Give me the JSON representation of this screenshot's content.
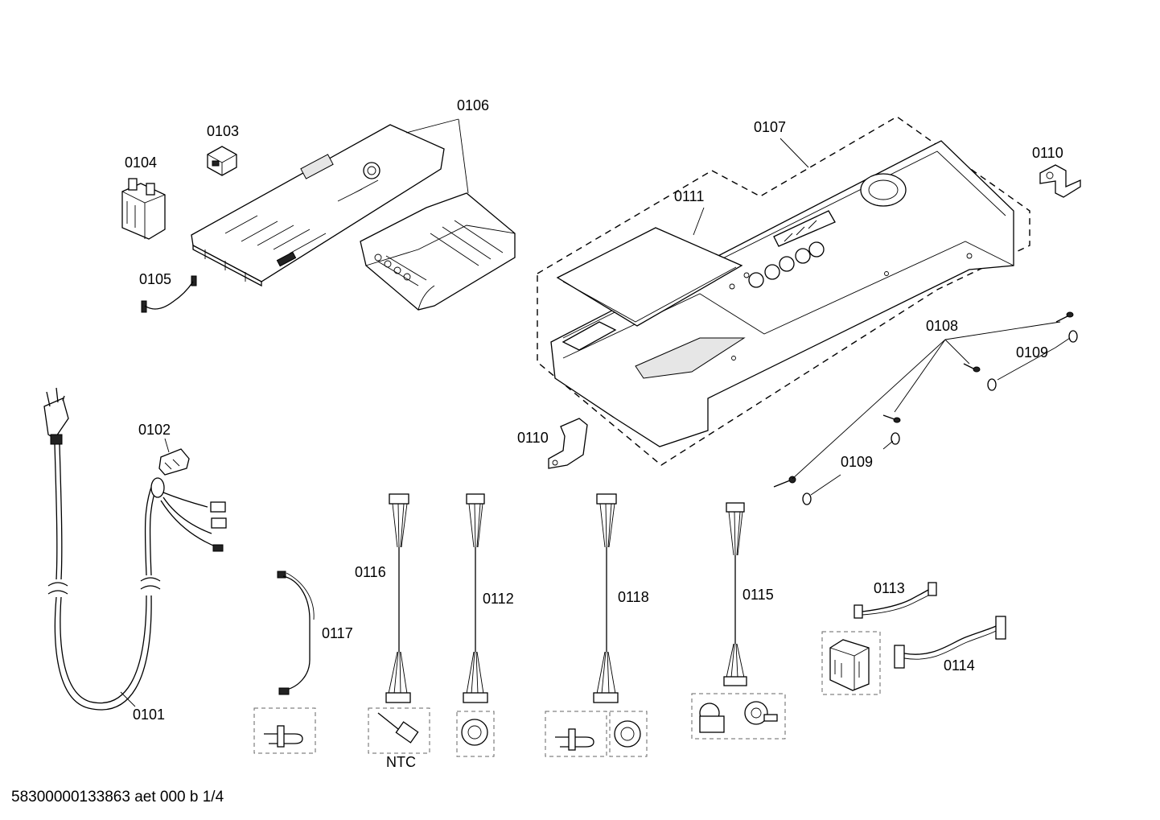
{
  "diagram": {
    "part_labels": {
      "p0101": "0101",
      "p0102": "0102",
      "p0103": "0103",
      "p0104": "0104",
      "p0105": "0105",
      "p0106": "0106",
      "p0107": "0107",
      "p0108": "0108",
      "p0109a": "0109",
      "p0109b": "0109",
      "p0110a": "0110",
      "p0110b": "0110",
      "p0111": "0111",
      "p0112": "0112",
      "p0113": "0113",
      "p0114": "0114",
      "p0115": "0115",
      "p0116": "0116",
      "p0117": "0117",
      "p0118": "0118"
    },
    "ntc_label": "NTC"
  },
  "footer": {
    "document_code": "58300000133863 aet 000 b 1/4"
  }
}
